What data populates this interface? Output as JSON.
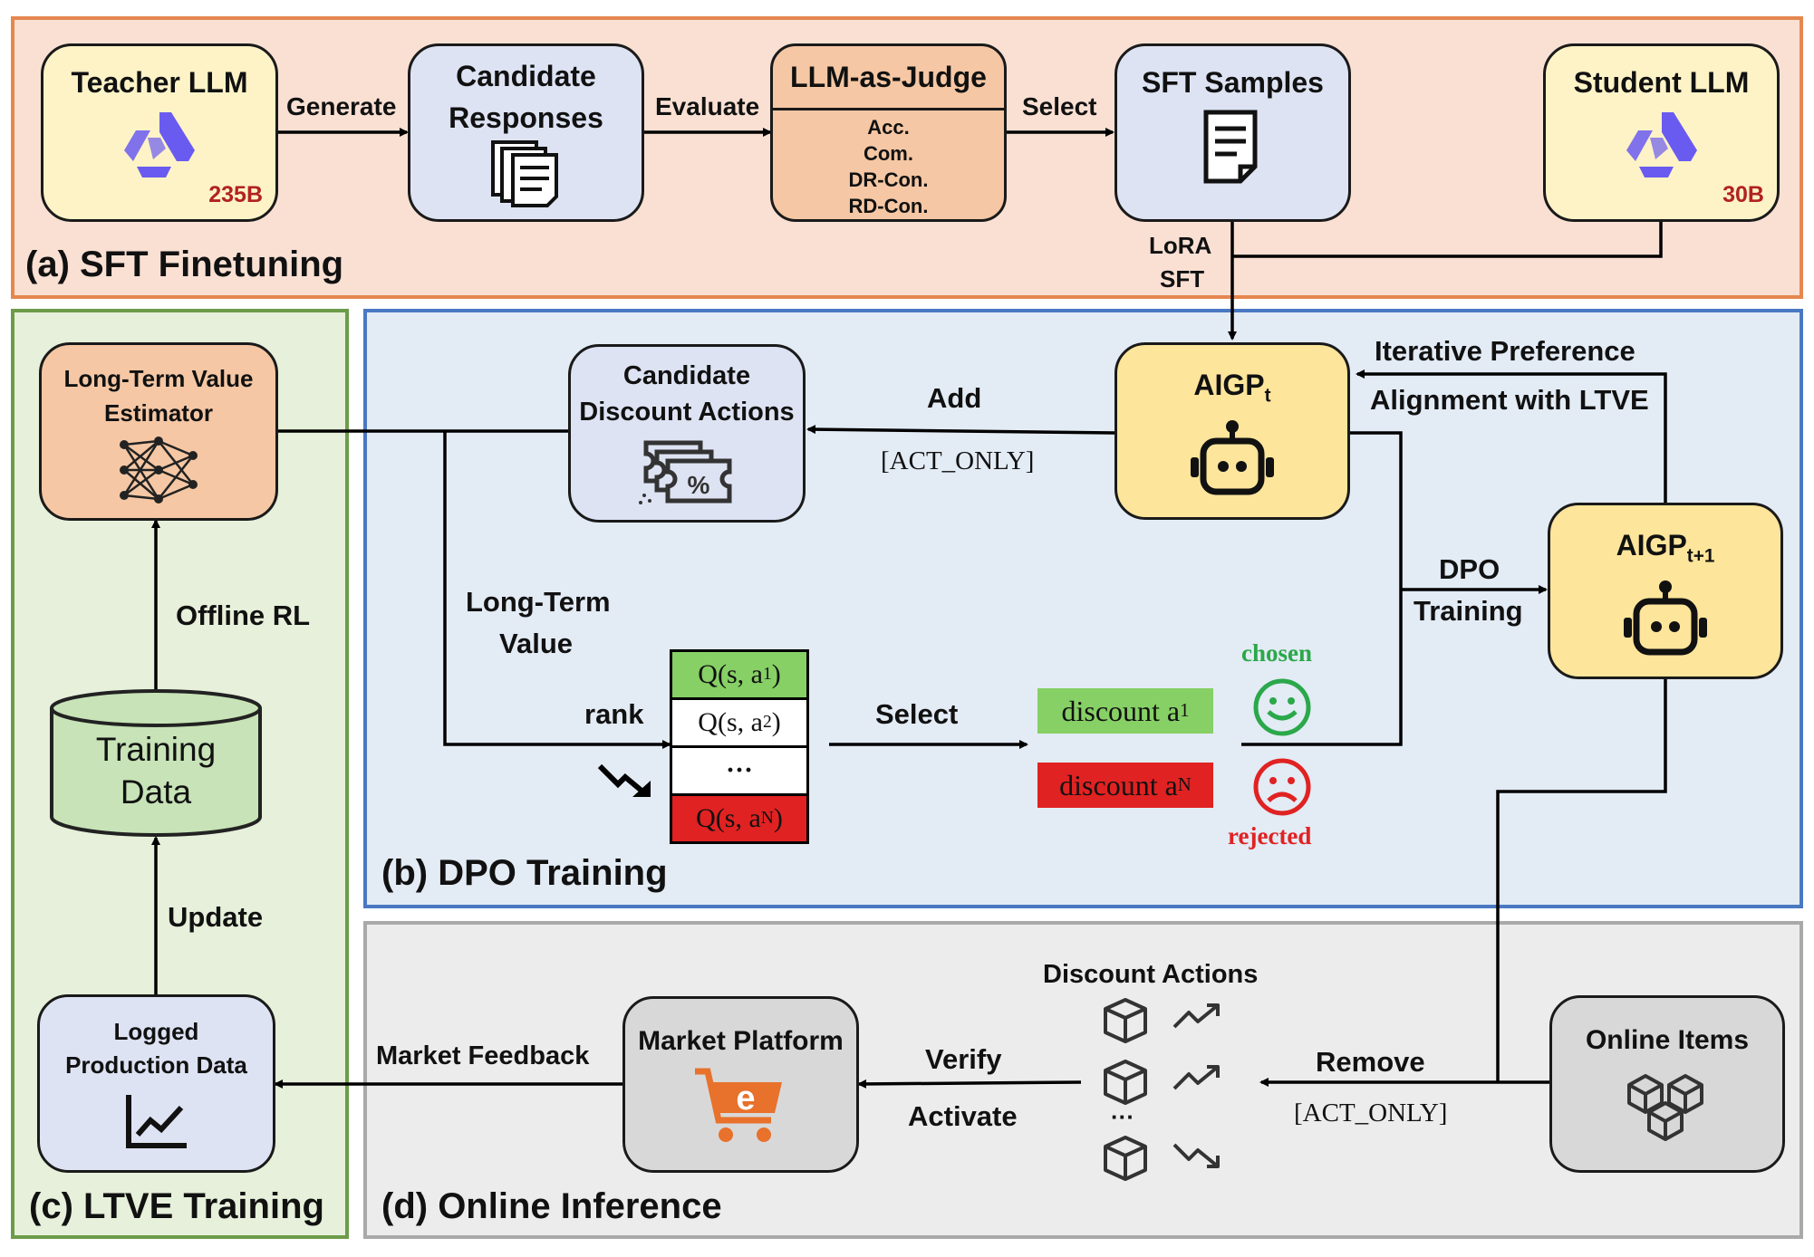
{
  "panels": {
    "a": {
      "label": "(a) SFT Finetuning"
    },
    "b": {
      "label": "(b) DPO Training"
    },
    "c": {
      "label": "(c) LTVE Training"
    },
    "d": {
      "label": "(d) Online Inference"
    }
  },
  "colors": {
    "sft_bg": "#f9e0d3",
    "sft_border": "#e5874f",
    "dpo_bg": "#e3ebf5",
    "dpo_border": "#4a78c2",
    "ltve_bg": "#e6f0da",
    "ltve_border": "#6c9c4a",
    "inf_bg": "#ececec",
    "inf_border": "#a9a9a9",
    "yellow_box": "#fdf3c7",
    "gold_box": "#fde59b",
    "blue_box": "#dde3f3",
    "orange_box": "#f5c7a4",
    "gray_box": "#d8d8d8",
    "green_db": "#c7e3b7",
    "chosen": "#2aa84a",
    "rejected": "#e02222",
    "model_size": "#b22222",
    "cart": "#e8712b"
  },
  "sft": {
    "teacher": {
      "title": "Teacher LLM",
      "size": "235B",
      "icon": "llm-logo-icon"
    },
    "candidates": {
      "title_line1": "Candidate",
      "title_line2": "Responses",
      "icon": "documents-stack-icon"
    },
    "judge": {
      "title": "LLM-as-Judge",
      "criteria": [
        "Acc.",
        "Com.",
        "DR-Con.",
        "RD-Con."
      ]
    },
    "samples": {
      "title": "SFT Samples",
      "icon": "document-icon"
    },
    "student": {
      "title": "Student LLM",
      "size": "30B",
      "icon": "llm-logo-icon"
    },
    "edges": {
      "generate": "Generate",
      "evaluate": "Evaluate",
      "select": "Select",
      "lora_line1": "LoRA",
      "lora_line2": "SFT"
    }
  },
  "dpo": {
    "aigp_t": {
      "title": "AIGP",
      "sub": "t",
      "icon": "robot-icon"
    },
    "aigp_t1": {
      "title": "AIGP",
      "sub": "t+1",
      "icon": "robot-icon"
    },
    "candidate_actions": {
      "title_line1": "Candidate",
      "title_line2": "Discount Actions",
      "icon": "coupons-icon"
    },
    "edges": {
      "add": "Add",
      "act_only": "[ACT_ONLY]",
      "iterative_line1": "Iterative Preference",
      "iterative_line2": "Alignment with LTVE",
      "dpo_line1": "DPO",
      "dpo_line2": "Training",
      "ltv_line1": "Long-Term",
      "ltv_line2": "Value",
      "rank": "rank",
      "select": "Select"
    },
    "q_table": [
      {
        "base": "Q(s, a",
        "sub": "1",
        "close": ")",
        "status": "best"
      },
      {
        "base": "Q(s, a",
        "sub": "2",
        "close": ")",
        "status": "normal"
      },
      {
        "base": "···",
        "sub": "",
        "close": "",
        "status": "normal"
      },
      {
        "base": "Q(s, a",
        "sub": "N",
        "close": ")",
        "status": "worst"
      }
    ],
    "chosen": {
      "text": "discount a",
      "sub": "1",
      "label": "chosen",
      "icon": "smiley-face-icon"
    },
    "rejected": {
      "text": "discount a",
      "sub": "N",
      "label": "rejected",
      "icon": "sad-face-icon"
    }
  },
  "ltve": {
    "estimator": {
      "title_line1": "Long-Term Value",
      "title_line2": "Estimator",
      "icon": "neural-network-icon"
    },
    "training_data": {
      "line1": "Training",
      "line2": "Data"
    },
    "logged": {
      "title_line1": "Logged",
      "title_line2": "Production Data",
      "icon": "line-chart-icon"
    },
    "edges": {
      "offline_rl": "Offline RL",
      "update": "Update"
    }
  },
  "inference": {
    "market": {
      "title": "Market Platform",
      "icon": "shopping-cart-icon",
      "cart_letter": "e"
    },
    "online_items": {
      "title": "Online Items",
      "icon": "boxes-icon"
    },
    "discount_actions": {
      "title": "Discount Actions",
      "ellipsis": "···"
    },
    "edges": {
      "market_feedback": "Market Feedback",
      "verify": "Verify",
      "activate": "Activate",
      "remove": "Remove",
      "act_only": "[ACT_ONLY]"
    }
  }
}
